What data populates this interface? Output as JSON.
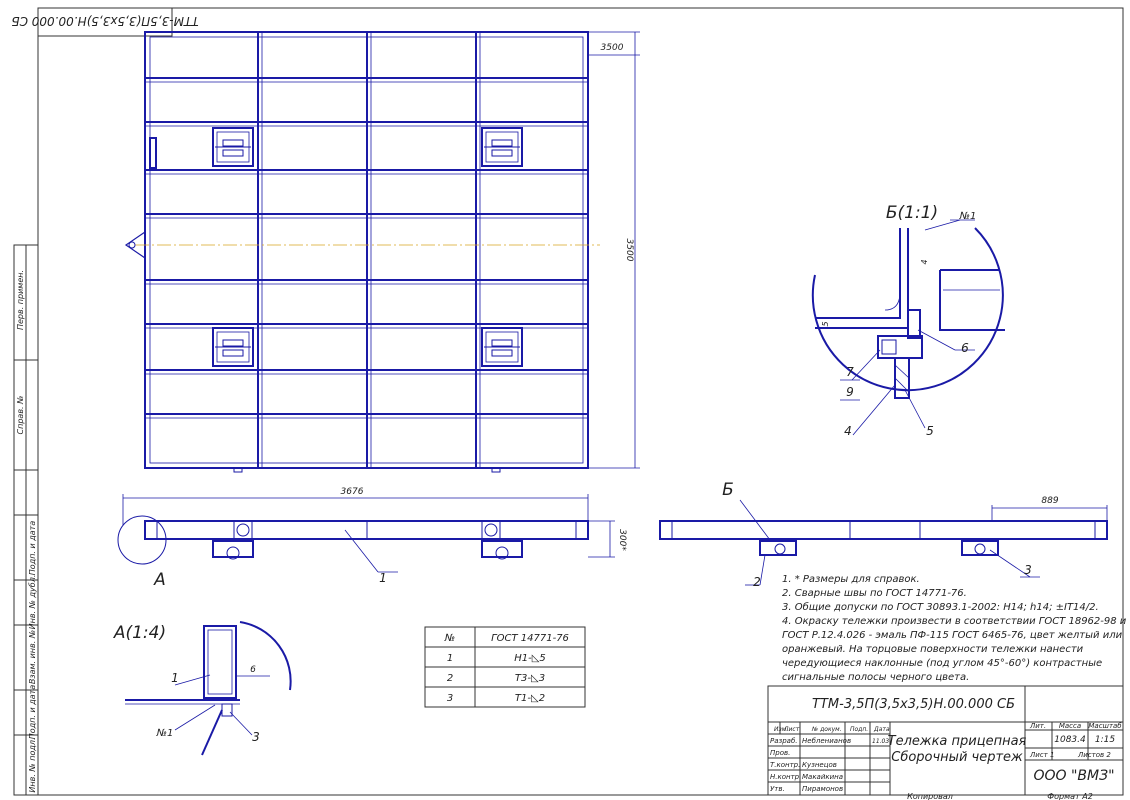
{
  "drawing": {
    "mirrored_code": "ТТМ-3,5П(3,5х3,5)Н.00.000 СБ",
    "dims": {
      "top_width": "3500",
      "right_height": "3500",
      "length": "3676",
      "height_ref": "300*",
      "side_offset": "889",
      "weld_leg": "6",
      "gap_4": "4",
      "gap_5": "5"
    },
    "view_labels": {
      "view_b": "Б(1:1)",
      "b_marker": "Б",
      "view_a": "А(1:4)",
      "a_marker": "А"
    },
    "callouts": {
      "n1": "№1",
      "p1": "1",
      "p2": "2",
      "p3": "3",
      "p4": "4",
      "p5": "5",
      "p6": "6",
      "p7": "7",
      "p9": "9"
    }
  },
  "notes": [
    "1. * Размеры для справок.",
    "2. Сварные швы по ГОСТ 14771-76.",
    "3. Общие допуски по ГОСТ 30893.1-2002: Н14; h14; ±IT14/2.",
    "4. Окраску тележки произвести в соответствии  ГОСТ 18962-98 и",
    "ГОСТ Р.12.4.026 - эмаль ПФ-115 ГОСТ 6465-76, цвет желтый или",
    "оранжевый.  На  торцовые  поверхности  тележки  нанести",
    "чередующиеся  наклонные  (под  углом  45°-60°)  контрастные",
    "сигнальные полосы черного цвета."
  ],
  "weld_table": {
    "headers": [
      "№",
      "ГОСТ 14771-76"
    ],
    "rows": [
      [
        "1",
        "Н1-◺5"
      ],
      [
        "2",
        "Т3-◺3"
      ],
      [
        "3",
        "Т1-◺2"
      ]
    ]
  },
  "side_stamp": [
    "Перв. примен.",
    "Справ. №",
    "Подп. и дата",
    "Инв. № дубл.",
    "Взам. инв. №",
    "Подп. и дата",
    "Инв. № подл."
  ],
  "title_block": {
    "code": "ТТМ-3,5П(3,5х3,5)Н.00.000 СБ",
    "name_line1": "Тележка прицепная",
    "name_line2": "Сборочный чертеж",
    "lit": "Лит.",
    "mass_label": "Масса",
    "scale_label": "Масштаб",
    "mass": "1083.4",
    "scale": "1:15",
    "sheet": "Лист   1",
    "sheets": "Листов   2",
    "company": "ООО \"ВМЗ\"",
    "col_headers": [
      "Изм.",
      "Лист",
      "№ докум.",
      "Подп.",
      "Дата"
    ],
    "date_value": "11.03",
    "roles": [
      "Разраб.",
      "Пров.",
      "Т.контр.",
      "Н.контр.",
      "Утв."
    ],
    "names": [
      "Небленианов",
      "",
      "Кузнецов",
      "Макайкина",
      "Пирамонов"
    ],
    "copied": "Копировал",
    "format": "Формат   А2"
  }
}
